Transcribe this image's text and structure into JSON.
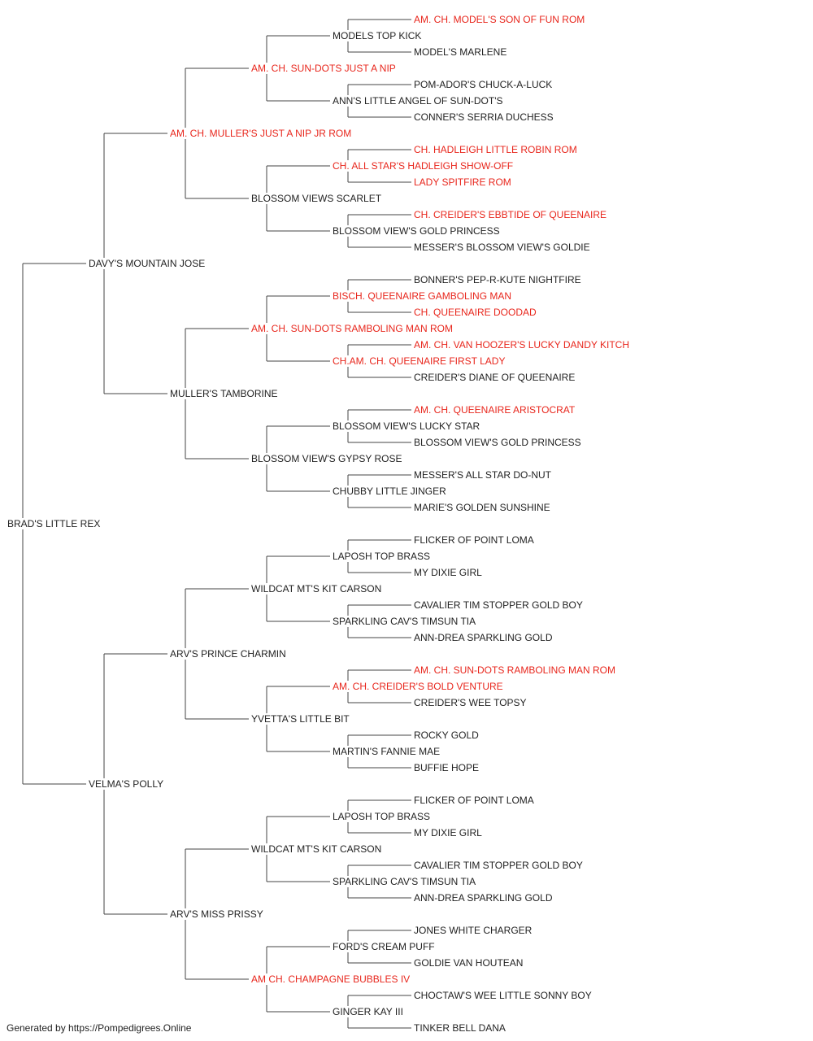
{
  "colors": {
    "titled": "#e8261c",
    "plain": "#222222",
    "line": "#444444"
  },
  "footer": "Generated by https://Pompedigrees.Online",
  "pedigree": {
    "name": "BRAD'S LITTLE REX",
    "titled": false,
    "sire": {
      "name": "DAVY'S MOUNTAIN JOSE",
      "titled": false,
      "sire": {
        "name": "AM. CH. MULLER'S JUST A NIP JR ROM",
        "titled": true,
        "sire": {
          "name": "AM. CH. SUN-DOTS JUST A NIP",
          "titled": true,
          "sire": {
            "name": "MODELS TOP KICK",
            "titled": false,
            "sire": {
              "name": "AM. CH. MODEL'S SON OF FUN ROM",
              "titled": true
            },
            "dam": {
              "name": "MODEL'S MARLENE",
              "titled": false
            }
          },
          "dam": {
            "name": "ANN'S LITTLE ANGEL OF SUN-DOT'S",
            "titled": false,
            "sire": {
              "name": "POM-ADOR'S CHUCK-A-LUCK",
              "titled": false
            },
            "dam": {
              "name": "CONNER'S SERRIA DUCHESS",
              "titled": false
            }
          }
        },
        "dam": {
          "name": "BLOSSOM VIEWS SCARLET",
          "titled": false,
          "sire": {
            "name": "CH. ALL STAR'S HADLEIGH SHOW-OFF",
            "titled": true,
            "sire": {
              "name": "CH. HADLEIGH LITTLE ROBIN ROM",
              "titled": true
            },
            "dam": {
              "name": "LADY SPITFIRE ROM",
              "titled": true
            }
          },
          "dam": {
            "name": "BLOSSOM VIEW'S GOLD PRINCESS",
            "titled": false,
            "sire": {
              "name": "CH. CREIDER'S EBBTIDE OF QUEENAIRE",
              "titled": true
            },
            "dam": {
              "name": "MESSER'S BLOSSOM VIEW'S GOLDIE",
              "titled": false
            }
          }
        }
      },
      "dam": {
        "name": "MULLER'S TAMBORINE",
        "titled": false,
        "sire": {
          "name": "AM. CH. SUN-DOTS RAMBOLING MAN ROM",
          "titled": true,
          "sire": {
            "name": "BISCH. QUEENAIRE GAMBOLING MAN",
            "titled": true,
            "sire": {
              "name": "BONNER'S PEP-R-KUTE NIGHTFIRE",
              "titled": false
            },
            "dam": {
              "name": "CH. QUEENAIRE DOODAD",
              "titled": true
            }
          },
          "dam": {
            "name": "CH.AM. CH. QUEENAIRE FIRST LADY",
            "titled": true,
            "sire": {
              "name": "AM. CH. VAN HOOZER'S LUCKY DANDY KITCH",
              "titled": true
            },
            "dam": {
              "name": "CREIDER'S DIANE OF QUEENAIRE",
              "titled": false
            }
          }
        },
        "dam": {
          "name": "BLOSSOM VIEW'S GYPSY ROSE",
          "titled": false,
          "sire": {
            "name": "BLOSSOM VIEW'S LUCKY STAR",
            "titled": false,
            "sire": {
              "name": "AM. CH. QUEENAIRE ARISTOCRAT",
              "titled": true
            },
            "dam": {
              "name": "BLOSSOM VIEW'S GOLD PRINCESS",
              "titled": false
            }
          },
          "dam": {
            "name": "CHUBBY LITTLE JINGER",
            "titled": false,
            "sire": {
              "name": "MESSER'S ALL STAR DO-NUT",
              "titled": false
            },
            "dam": {
              "name": "MARIE'S GOLDEN SUNSHINE",
              "titled": false
            }
          }
        }
      }
    },
    "dam": {
      "name": "VELMA'S POLLY",
      "titled": false,
      "sire": {
        "name": "ARV'S PRINCE CHARMIN",
        "titled": false,
        "sire": {
          "name": "WILDCAT MT'S KIT CARSON",
          "titled": false,
          "sire": {
            "name": "LAPOSH TOP BRASS",
            "titled": false,
            "sire": {
              "name": "FLICKER OF POINT LOMA",
              "titled": false
            },
            "dam": {
              "name": "MY DIXIE GIRL",
              "titled": false
            }
          },
          "dam": {
            "name": "SPARKLING CAV'S TIMSUN TIA",
            "titled": false,
            "sire": {
              "name": "CAVALIER TIM STOPPER GOLD BOY",
              "titled": false
            },
            "dam": {
              "name": "ANN-DREA SPARKLING GOLD",
              "titled": false
            }
          }
        },
        "dam": {
          "name": "YVETTA'S LITTLE BIT",
          "titled": false,
          "sire": {
            "name": "AM. CH. CREIDER'S BOLD VENTURE",
            "titled": true,
            "sire": {
              "name": "AM. CH. SUN-DOTS RAMBOLING MAN ROM",
              "titled": true
            },
            "dam": {
              "name": "CREIDER'S WEE TOPSY",
              "titled": false
            }
          },
          "dam": {
            "name": "MARTIN'S FANNIE MAE",
            "titled": false,
            "sire": {
              "name": "ROCKY GOLD",
              "titled": false
            },
            "dam": {
              "name": "BUFFIE HOPE",
              "titled": false
            }
          }
        }
      },
      "dam": {
        "name": "ARV'S MISS PRISSY",
        "titled": false,
        "sire": {
          "name": "WILDCAT MT'S KIT CARSON",
          "titled": false,
          "sire": {
            "name": "LAPOSH TOP BRASS",
            "titled": false,
            "sire": {
              "name": "FLICKER OF POINT LOMA",
              "titled": false
            },
            "dam": {
              "name": "MY DIXIE GIRL",
              "titled": false
            }
          },
          "dam": {
            "name": "SPARKLING CAV'S TIMSUN TIA",
            "titled": false,
            "sire": {
              "name": "CAVALIER TIM STOPPER GOLD BOY",
              "titled": false
            },
            "dam": {
              "name": "ANN-DREA SPARKLING GOLD",
              "titled": false
            }
          }
        },
        "dam": {
          "name": "AM CH. CHAMPAGNE BUBBLES IV",
          "titled": true,
          "sire": {
            "name": "FORD'S CREAM PUFF",
            "titled": false,
            "sire": {
              "name": "JONES WHITE CHARGER",
              "titled": false
            },
            "dam": {
              "name": "GOLDIE VAN HOUTEAN",
              "titled": false
            }
          },
          "dam": {
            "name": "GINGER KAY III",
            "titled": false,
            "sire": {
              "name": "CHOCTAW'S WEE LITTLE SONNY BOY",
              "titled": false
            },
            "dam": {
              "name": "TINKER BELL DANA",
              "titled": false
            }
          }
        }
      }
    }
  }
}
